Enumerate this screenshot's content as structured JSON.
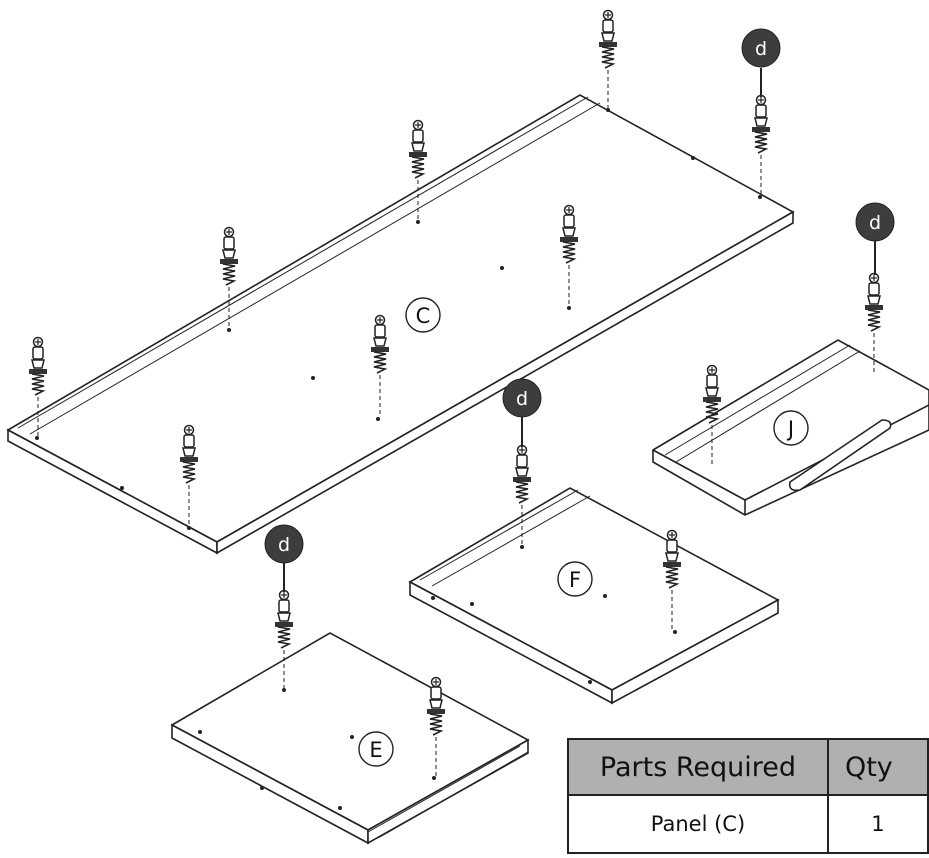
{
  "diagram": {
    "part_labels": {
      "c": "C",
      "f": "F",
      "j": "J",
      "e": "E"
    },
    "callout_label": "d"
  },
  "parts_table": {
    "headers": {
      "part": "Parts Required",
      "qty": "Qty"
    },
    "rows": [
      {
        "part": "Panel (C)",
        "qty": "1"
      }
    ]
  }
}
